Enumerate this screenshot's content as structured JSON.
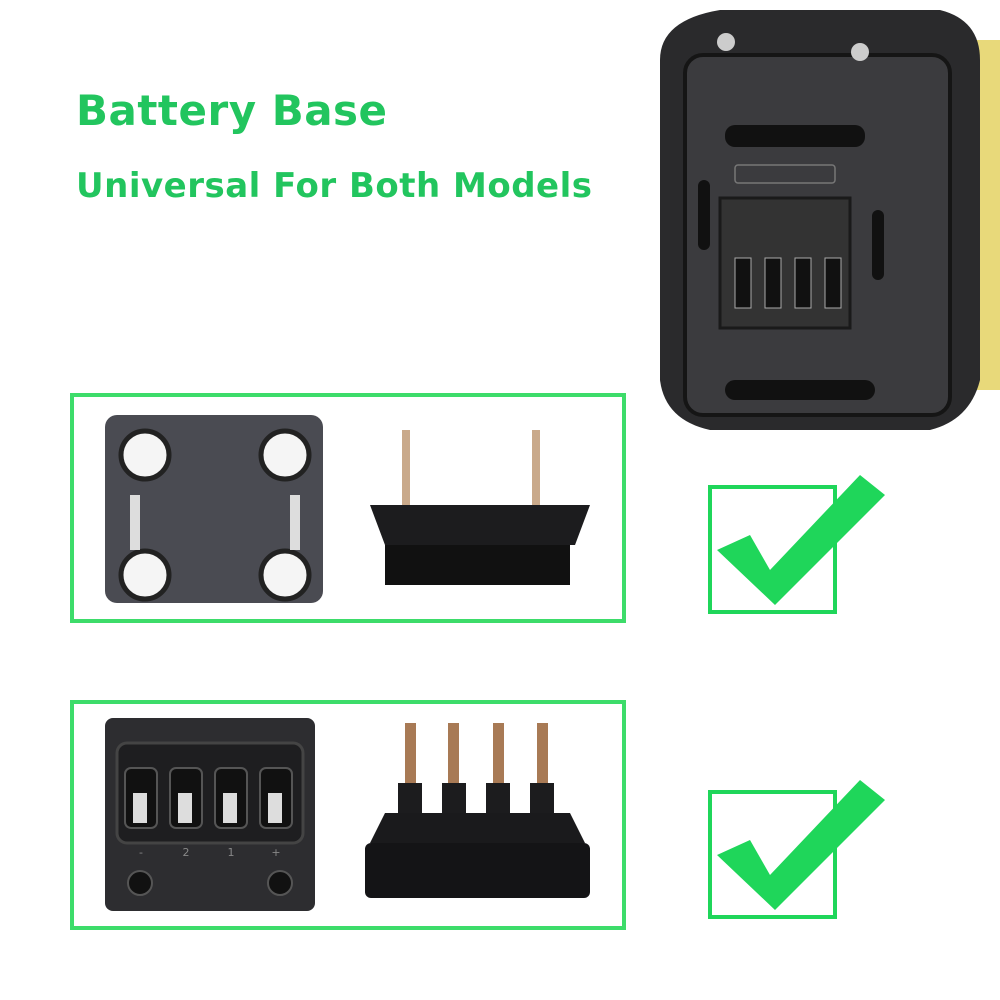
{
  "header": {
    "title": "Battery Base",
    "subtitle": "Universal For Both Models"
  },
  "colors": {
    "accent": "#22c55e",
    "panel_border": "#3ddc6a",
    "check": "#1fd65a"
  },
  "models": [
    {
      "name": "two-terminal-model",
      "compatible": true,
      "icon": "check-icon"
    },
    {
      "name": "four-terminal-model",
      "compatible": true,
      "icon": "check-icon",
      "terminal_labels": [
        "-",
        "2",
        "1",
        "+"
      ]
    }
  ]
}
